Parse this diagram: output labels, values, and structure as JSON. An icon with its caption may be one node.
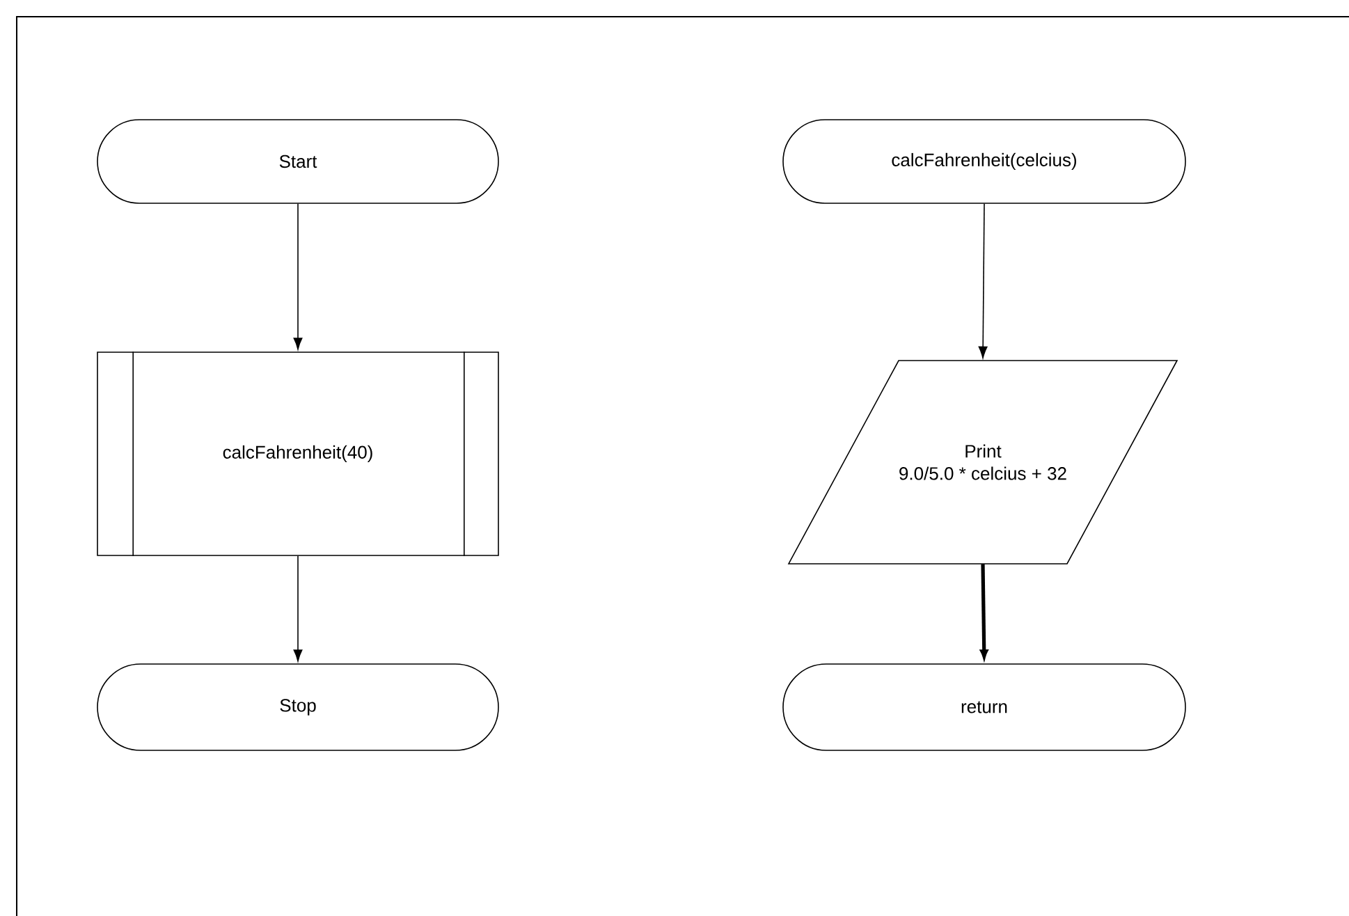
{
  "diagram": {
    "nodes": [
      {
        "text": [
          "Start"
        ]
      },
      {
        "text": [
          "calcFahrenheit(40)"
        ]
      },
      {
        "text": [
          "Stop"
        ]
      },
      {
        "text": [
          "calcFahrenheit(celcius)"
        ]
      },
      {
        "text": [
          "Print",
          "9.0/5.0 * celcius + 32"
        ]
      },
      {
        "text": [
          "return"
        ]
      }
    ],
    "edges": [
      {
        "from": 0,
        "to": 1,
        "arrow": "to"
      },
      {
        "from": 1,
        "to": 2,
        "arrow": "to"
      },
      {
        "from": 3,
        "to": 4,
        "arrow": "to"
      },
      {
        "from": 4,
        "to": 5,
        "arrow": "to",
        "style": "thick"
      }
    ]
  }
}
